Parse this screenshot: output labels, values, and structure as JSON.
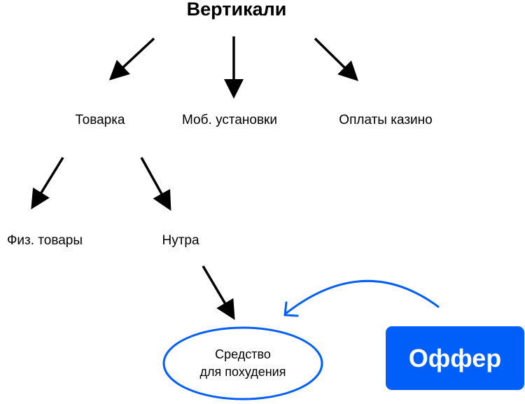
{
  "title": "Вертикали",
  "level1": [
    "Товарка",
    "Моб. установки",
    "Оплаты казино"
  ],
  "level2": [
    "Физ. товары",
    "Нутра"
  ],
  "target": {
    "line1": "Средство",
    "line2": "для похудения"
  },
  "offer": "Оффер",
  "colors": {
    "accent": "#005ff9",
    "arrow": "#000000"
  }
}
